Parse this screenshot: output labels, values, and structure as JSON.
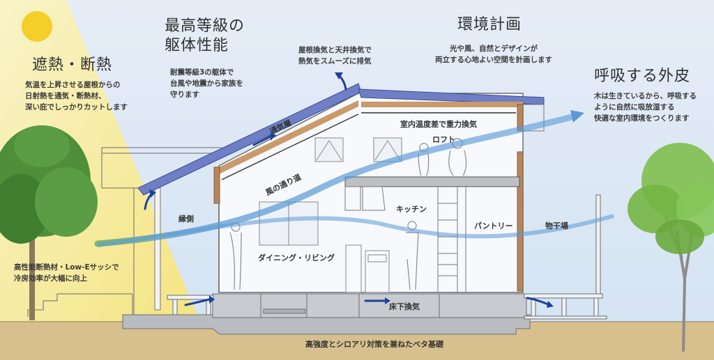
{
  "headings": {
    "heat_shield": {
      "title": "遮熱・断熱",
      "lines": [
        "気温を上昇させる屋根からの",
        "日射熱を通気・断熱材、",
        "深い庇でしっかりカットします"
      ]
    },
    "structure": {
      "title_lines": [
        "最高等級の",
        "躯体性能"
      ],
      "lines": [
        "耐震等級3の躯体で",
        "台風や地震から家族を",
        "守ります"
      ]
    },
    "roof_vent": {
      "lines": [
        "屋根換気と天井換気で",
        "熱気をスムーズに排気"
      ]
    },
    "environment": {
      "title": "環境計画",
      "lines": [
        "光や風、自然とデザインが",
        "両立する心地よい空間を計画します"
      ]
    },
    "breathing_skin": {
      "title": "呼吸する外皮",
      "lines": [
        "木は生きているから、呼吸する",
        "ように自然に吸放湿する",
        "快適な室内環境をつくります"
      ]
    },
    "insulation_note": {
      "lines": [
        "高性能断熱材・Low-Eサッシで",
        "冷房効率が大幅に向上"
      ]
    }
  },
  "labels": {
    "air_layer": "通気層",
    "wind_path": "風の通り道",
    "gravity_vent": "室内温度差で重力換気",
    "loft": "ロフト",
    "engawa": "縁側",
    "kitchen": "キッチン",
    "dining_living": "ダイニング・リビング",
    "pantry": "パントリー",
    "drying_area": "物干場",
    "underfloor_vent": "床下換気",
    "foundation": "高強度とシロアリ対策を兼ねたベタ基礎"
  },
  "colors": {
    "sky": "#dbe7f4",
    "sunbeam": "#f7ea8e",
    "sun": "#f4cf2a",
    "roof": "#6f7fc6",
    "insulation": "#c99a6a",
    "ground": "#d8c08e",
    "concrete": "#b9bcc0",
    "wind": "#5b9ad6",
    "arrow": "#1f3f9a",
    "tree": "#4f8f3a",
    "tree_light": "#7fbf4f"
  }
}
